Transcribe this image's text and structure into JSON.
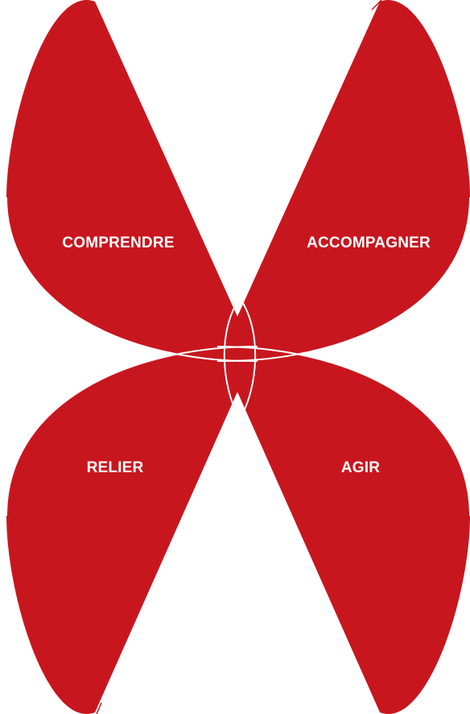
{
  "diagram": {
    "petals": [
      {
        "id": "top-left",
        "label": "COMPRENDRE"
      },
      {
        "id": "top-right",
        "label": "ACCOMPAGNER"
      },
      {
        "id": "bottom-left",
        "label": "RELIER"
      },
      {
        "id": "bottom-right",
        "label": "AGIR"
      }
    ],
    "colors": {
      "petal_fill": "#c8161e",
      "outline": "#ffffff",
      "edge_line": "#c8161e",
      "background": "#ffffff"
    }
  }
}
